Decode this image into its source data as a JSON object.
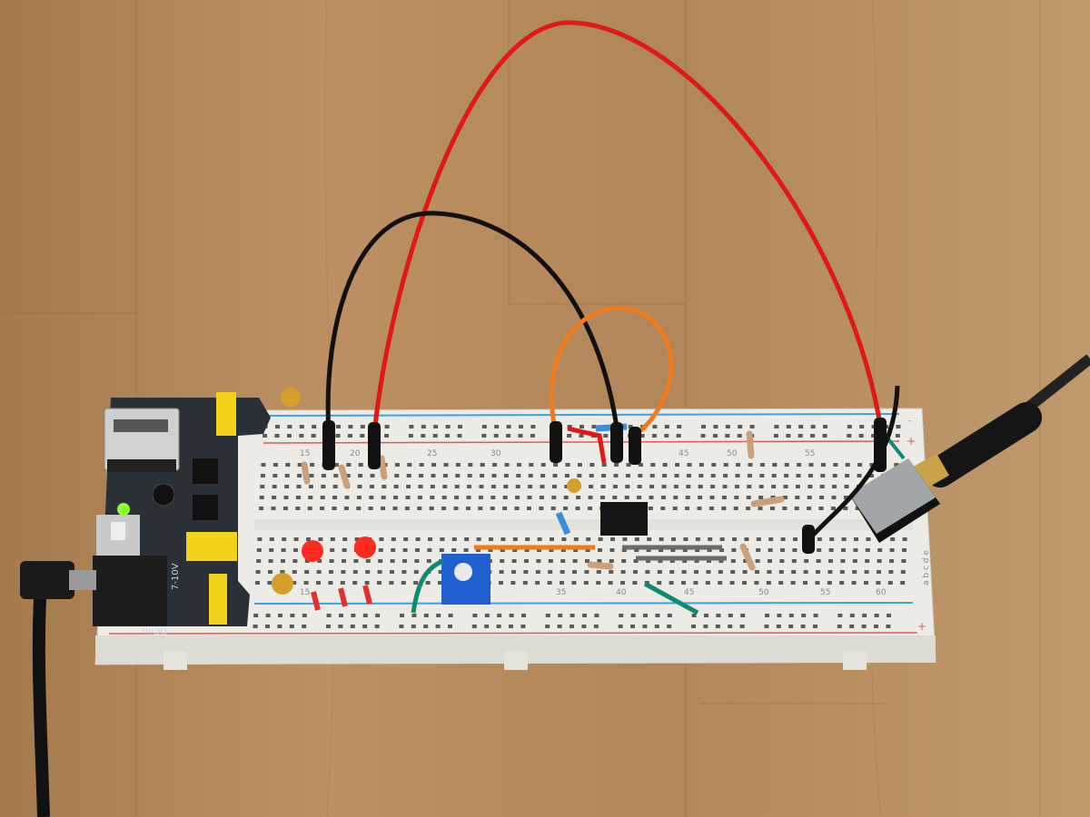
{
  "scene": {
    "breadboard": {
      "top_row_numbers": [
        "15",
        "20",
        "25",
        "30",
        "45",
        "50",
        "55"
      ],
      "bottom_row_numbers": [
        "15",
        "35",
        "40",
        "45",
        "50",
        "55",
        "60"
      ],
      "column_letters": "a b c d e",
      "rail_signs": {
        "minus": "-",
        "plus": "+"
      }
    },
    "power_module": {
      "dc_label": "DC-in",
      "voltage_label": "7-10V"
    },
    "colors": {
      "wood": "#b48a5c",
      "board": "#ecebe6",
      "red_wire": "#e01818",
      "black_wire": "#111111",
      "orange_wire": "#f07a1e",
      "green_wire": "#0f8a72",
      "pcb": "#2b3036",
      "jumper": "#f2d21a",
      "led_red": "#ff2a20",
      "trimpot": "#1f5fd0"
    }
  }
}
